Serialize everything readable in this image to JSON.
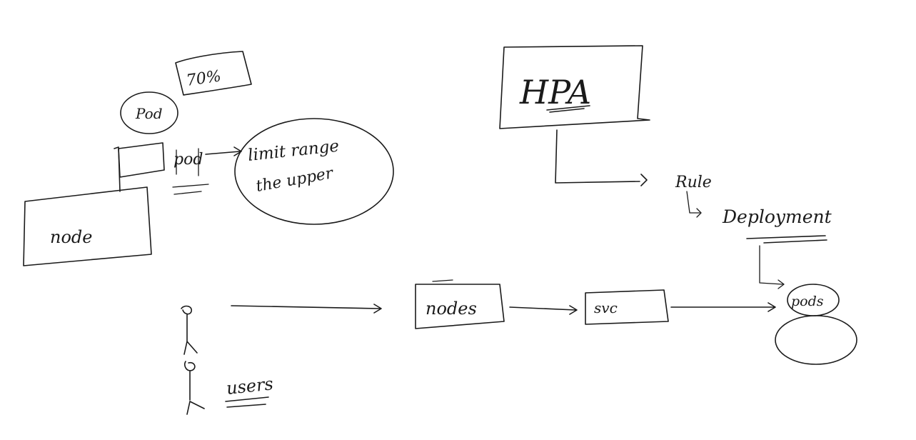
{
  "canvas": {
    "background": "#ffffff",
    "ink": "#1a1a1a"
  },
  "labels": {
    "percent": "70%",
    "pod_circle": "Pod",
    "pod_small": "pod",
    "limit_line1": "limit  range",
    "limit_line2": "the upper",
    "node": "node",
    "hpa": "HPA",
    "rule": "Rule",
    "deployment": "Deployment",
    "nodes": "nodes",
    "svc": "svc",
    "pods": "pods",
    "users": "users"
  }
}
